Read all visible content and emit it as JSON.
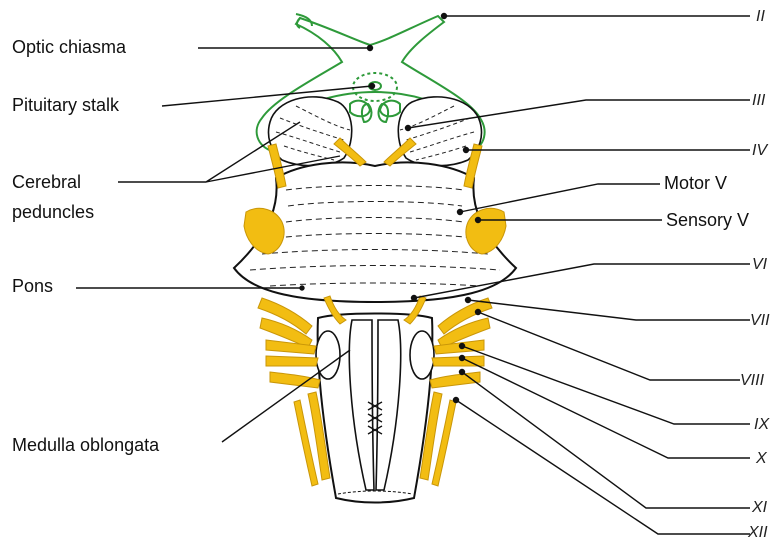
{
  "colors": {
    "outline": "#111111",
    "green": "#2e9a3a",
    "yellow": "#f2bd12",
    "yellow_dark": "#c99608",
    "dash": "#222222"
  },
  "left_labels": {
    "optic_chiasma": "Optic chiasma",
    "pituitary_stalk": "Pituitary stalk",
    "cerebral_peduncles_line1": "Cerebral",
    "cerebral_peduncles_line2": "peduncles",
    "pons": "Pons",
    "medulla_oblongata": "Medulla oblongata"
  },
  "right_labels": {
    "II": "II",
    "III": "III",
    "IV": "IV",
    "motor_v": "Motor V",
    "sensory_v": "Sensory V",
    "VI": "VI",
    "VII": "VII",
    "VIII": "VIII",
    "IX": "IX",
    "X": "X",
    "XI": "XI",
    "XII": "XII"
  }
}
